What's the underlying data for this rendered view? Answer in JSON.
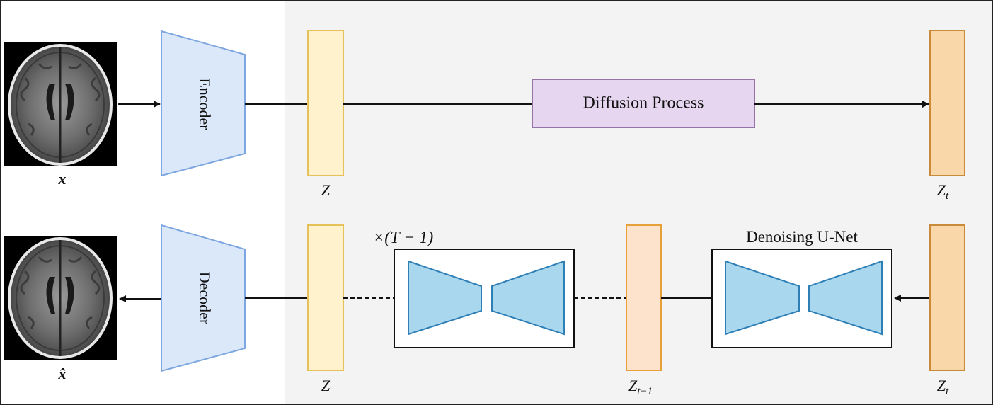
{
  "labels": {
    "encoder": "Encoder",
    "decoder": "Decoder",
    "diffusion_process": "Diffusion Process",
    "denoising_unet": "Denoising U-Net",
    "repeat": "×(T − 1)",
    "x": "x",
    "x_hat": "x̂",
    "z": "Z",
    "z_t": "Z",
    "z_t_sub": "t",
    "z_t_minus_1": "Z",
    "z_t_minus_1_sub": "t−1"
  },
  "colors": {
    "latent_z_fill": "#fff2cc",
    "latent_z_stroke": "#e6c15a",
    "latent_zt_fill": "#fad7a8",
    "latent_zt_stroke": "#c98a3a",
    "latent_ztm1_fill": "#fde3cc",
    "latent_ztm1_stroke": "#e8a13a",
    "encoder_fill": "#dbe8fa",
    "encoder_stroke": "#7ea6e0",
    "diffusion_fill": "#e6d6ef",
    "diffusion_stroke": "#9673a6",
    "unet_fill": "#a9d8ee",
    "unet_stroke": "#2f7fb7",
    "latent_bg": "#f3f3f3"
  },
  "icons": {
    "input_image": "brain-mri-image",
    "output_image": "brain-mri-image"
  }
}
